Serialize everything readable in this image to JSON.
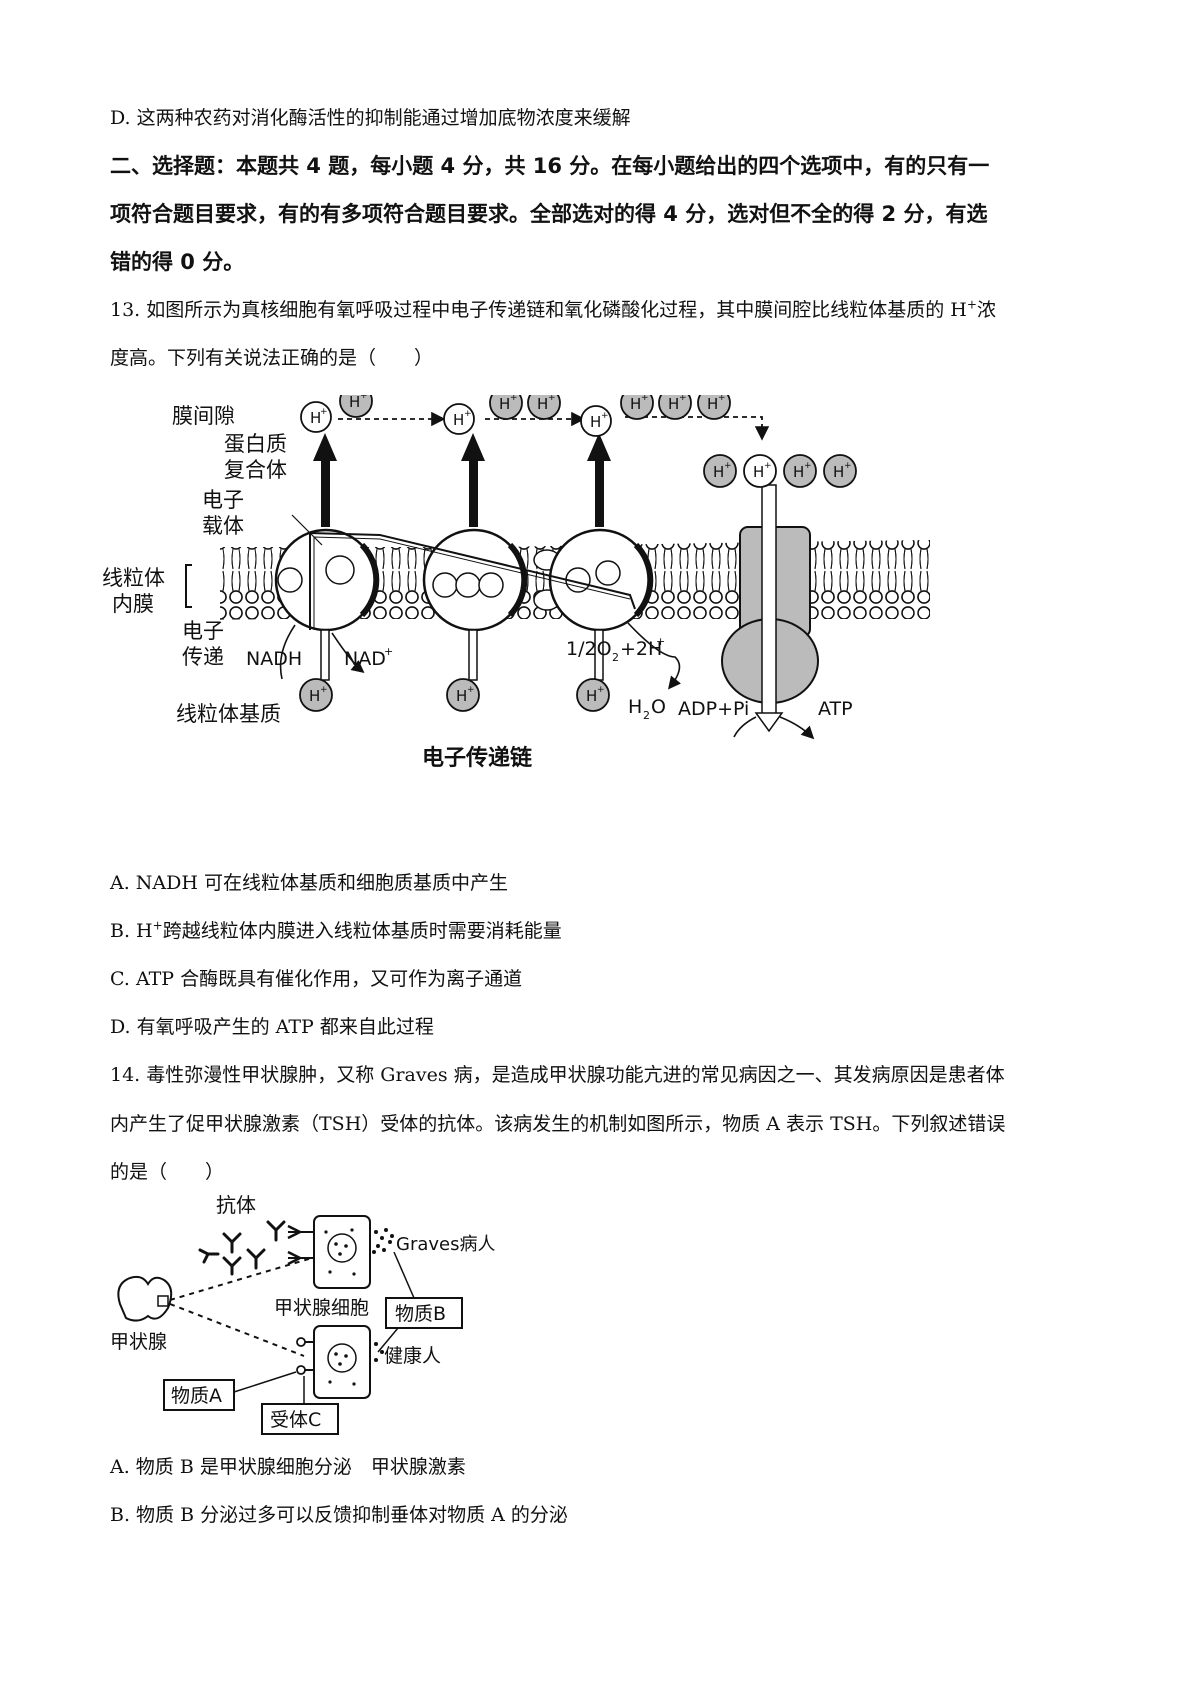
{
  "q12": {
    "option_d": "D. 这两种农药对消化酶活性的抑制能通过增加底物浓度来缓解"
  },
  "section2": {
    "line1": "二、选择题：本题共 4 题，每小题 4 分，共 16 分。在每小题给出的四个选项中，有的只有一",
    "line2": "项符合题目要求，有的有多项符合题目要求。全部选对的得 4 分，选对但不全的得 2 分，有选",
    "line3": "错的得 0 分。"
  },
  "q13": {
    "stem_line1_a": "13. 如图所示为真核细胞有氧呼吸过程中电子传递链和氧化磷酸化过程，其中膜间腔比线粒体基质的 H",
    "stem_line1_sup": "+",
    "stem_line1_b": "浓",
    "stem_line2": "度高。下列有关说法正确的是（　　）",
    "figure": {
      "intermembrane": "膜间隙",
      "protein_complex_1": "蛋白质",
      "protein_complex_2": "复合体",
      "carrier_1": "电子",
      "carrier_2": "载体",
      "inner_membrane_1": "线粒体",
      "inner_membrane_2": "内膜",
      "transfer_1": "电子",
      "transfer_2": "传递",
      "matrix": "线粒体基质",
      "nadh": "NADH",
      "nad": "NAD",
      "oxygen": "1/2O",
      "plus2h": "+2H",
      "water": "H",
      "adp": "ADP+Pi",
      "atp": "ATP",
      "proton": "H",
      "caption": "电子传递链"
    },
    "options": [
      {
        "a": "A. NADH 可在线粒体基质和细胞质基质中产生",
        "sup": "",
        "b": ""
      },
      {
        "a": "B. H",
        "sup": "+",
        "b": "跨越线粒体内膜进入线粒体基质时需要消耗能量"
      },
      {
        "a": "C. ATP 合酶既具有催化作用，又可作为离子通道",
        "sup": "",
        "b": ""
      },
      {
        "a": "D. 有氧呼吸产生的 ATP 都来自此过程",
        "sup": "",
        "b": ""
      }
    ]
  },
  "q14": {
    "stem_line1": "14. 毒性弥漫性甲状腺肿，又称 Graves 病，是造成甲状腺功能亢进的常见病因之一、其发病原因是患者体",
    "stem_line2": "内产生了促甲状腺激素（TSH）受体的抗体。该病发生的机制如图所示，物质 A 表示 TSH。下列叙述错误",
    "stem_line3": "的是（　　）",
    "figure": {
      "antibody": "抗体",
      "graves": "Graves病人",
      "thyroid_cell": "甲状腺细胞",
      "substance_b": "物质B",
      "thyroid": "甲状腺",
      "healthy": "健康人",
      "substance_a": "物质A",
      "receptor_c": "受体C"
    },
    "options": [
      "A. 物质 B 是甲状腺细胞分泌　甲状腺激素",
      "B. 物质 B 分泌过多可以反馈抑制垂体对物质 A 的分泌"
    ]
  }
}
